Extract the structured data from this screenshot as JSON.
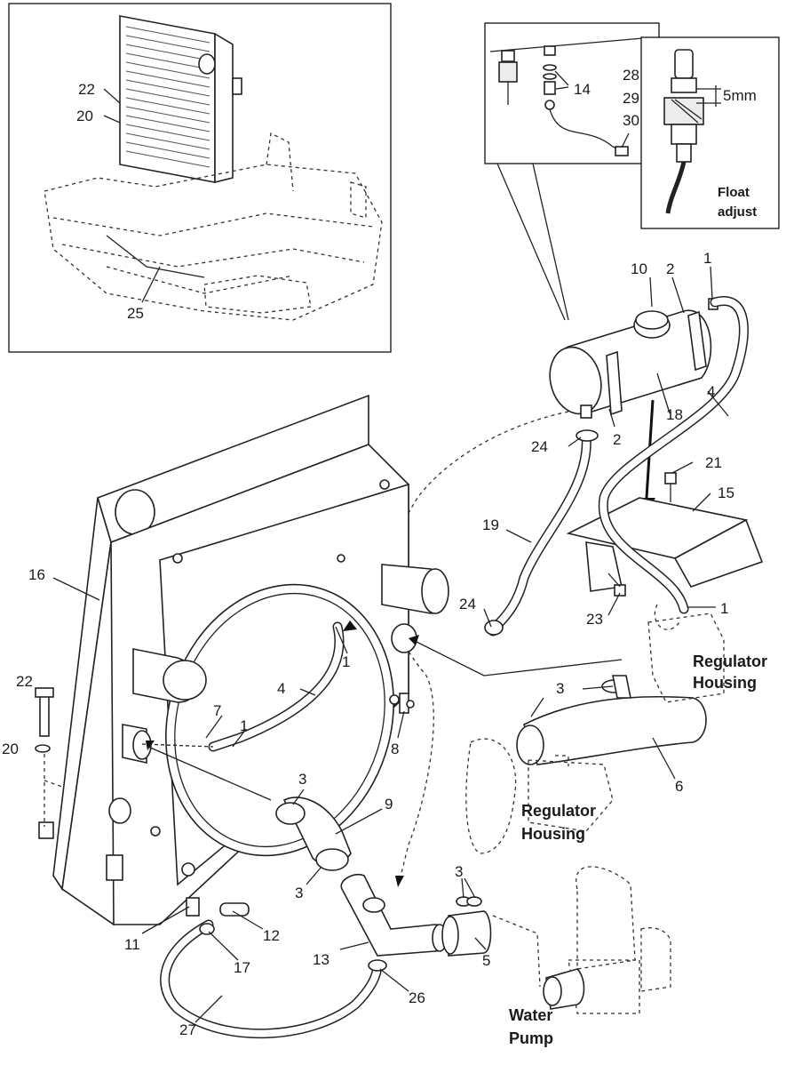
{
  "callouts": {
    "c1a": "1",
    "c1b": "1",
    "c1c": "1",
    "c1d": "1",
    "c2a": "2",
    "c2b": "2",
    "c3a": "3",
    "c3b": "3",
    "c3c": "3",
    "c3d": "3",
    "c4a": "4",
    "c4b": "4",
    "c5": "5",
    "c6": "6",
    "c7": "7",
    "c8": "8",
    "c9": "9",
    "c10": "10",
    "c11": "11",
    "c12": "12",
    "c13": "13",
    "c14": "14",
    "c15": "15",
    "c16": "16",
    "c17": "17",
    "c18": "18",
    "c19": "19",
    "c20a": "20",
    "c20b": "20",
    "c21": "21",
    "c22a": "22",
    "c22b": "22",
    "c23": "23",
    "c24a": "24",
    "c24b": "24",
    "c25": "25",
    "c26": "26",
    "c27": "27",
    "c28": "28",
    "c29": "29",
    "c30": "30"
  },
  "labels": {
    "regulator_housing_1_line1": "Regulator",
    "regulator_housing_1_line2": "Housing",
    "regulator_housing_2_line1": "Regulator",
    "regulator_housing_2_line2": "Housing",
    "water_pump_line1": "Water",
    "water_pump_line2": "Pump",
    "float_adjust_line1": "Float",
    "float_adjust_line2": "adjust",
    "dimension_5mm": "5mm"
  }
}
